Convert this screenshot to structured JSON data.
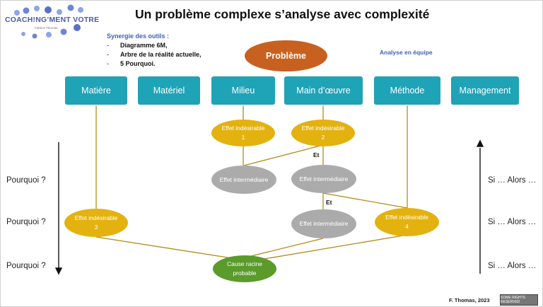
{
  "title": "Un problème complexe s’analyse avec complexité",
  "logo": {
    "text": "COACH!NG’MENT VOTRE",
    "subtext": "Fabrice Thomas",
    "colors": [
      "#4a5aa8",
      "#8fa6e0"
    ]
  },
  "synergy": {
    "heading": "Synergie des outils :",
    "items": [
      "Diagramme 6M,",
      "Arbre de la réalité actuelle,",
      "5 Pourquoi."
    ],
    "bullet": "-"
  },
  "team_label": "Analyse en équipe",
  "problem": "Problème",
  "categories": [
    "Matière",
    "Matériel",
    "Milieu",
    "Main d’œuvre",
    "Méthode",
    "Management"
  ],
  "nodes": {
    "effet1": [
      "Effet indésirable",
      "1"
    ],
    "effet2": [
      "Effet indésirable",
      "2"
    ],
    "effet3": [
      "Effet indésirable",
      "3"
    ],
    "effet4": [
      "Effet indésirable",
      "4"
    ],
    "inter1": "Effet intermédiaire",
    "inter2": "Effet intermédiaire",
    "inter3": "Effet intermédiaire",
    "root": [
      "Cause racine",
      "probable"
    ]
  },
  "et_labels": [
    "Et",
    "Et"
  ],
  "left_labels": [
    "Pourquoi ?",
    "Pourquoi ?",
    "Pourquoi ?"
  ],
  "right_labels": [
    "Si … Alors …",
    "Si … Alors …",
    "Si … Alors …"
  ],
  "footer": "F. Thomas, 2023",
  "license_badge": "SOME RIGHTS RESERVED",
  "colors": {
    "category": "#1fa3b7",
    "problem": "#c8611f",
    "effet": "#e3b20f",
    "intermediate": "#ababab",
    "root": "#5a9b2b",
    "accent_text": "#3d62b8"
  }
}
